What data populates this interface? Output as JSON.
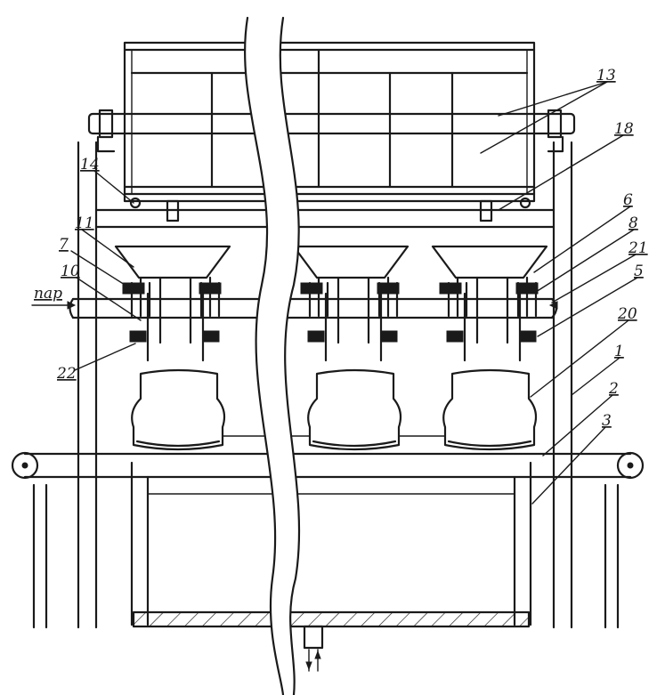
{
  "callouts": {
    "c1": "1",
    "c2": "2",
    "c3": "3",
    "c5": "5",
    "c6": "6",
    "c7": "7",
    "c8": "8",
    "c10": "10",
    "c11": "11",
    "c13": "13",
    "c14": "14",
    "c18": "18",
    "c20": "20",
    "c21": "21",
    "c22": "22"
  },
  "steam_label": "пар"
}
